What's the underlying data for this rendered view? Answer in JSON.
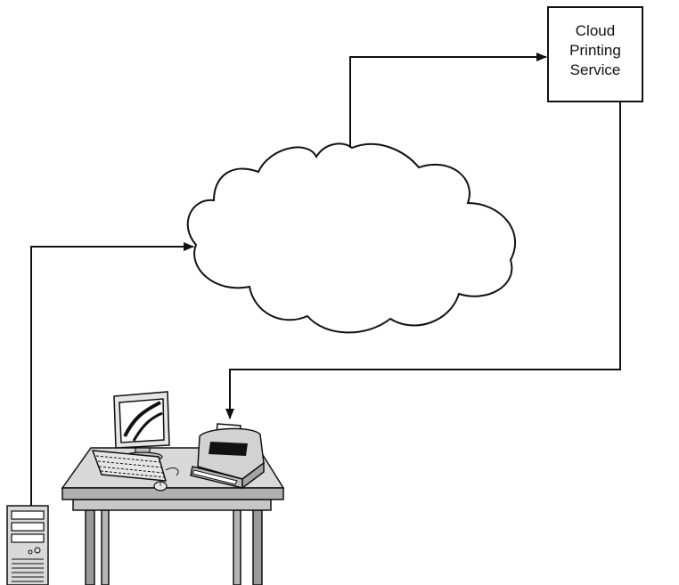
{
  "service": {
    "label_lines": [
      "Cloud",
      "Printing",
      "Service"
    ]
  },
  "colors": {
    "stroke": "#111111",
    "fill": "#ffffff",
    "table_top": "#d9d9d9",
    "table_leg": "#9a9a9a",
    "device_gray": "#bdbdbd"
  },
  "icons": [
    "cloud-icon",
    "server-tower-icon",
    "desk-icon",
    "monitor-icon",
    "keyboard-icon",
    "mouse-icon",
    "printer-icon"
  ]
}
